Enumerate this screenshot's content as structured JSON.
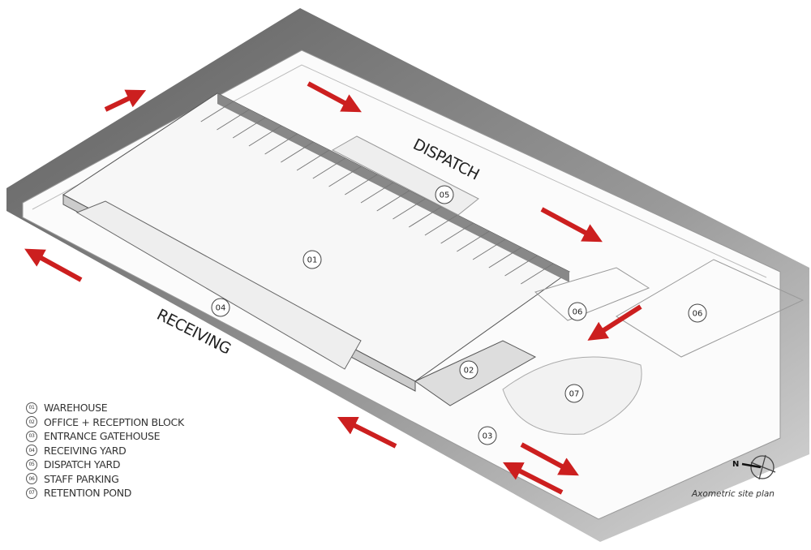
{
  "site_labels": {
    "dispatch": "DISPATCH",
    "receiving": "RECEIVING"
  },
  "markers": [
    "01",
    "02",
    "03",
    "04",
    "05",
    "06",
    "06",
    "07"
  ],
  "legend": [
    {
      "num": "01",
      "label": "WAREHOUSE"
    },
    {
      "num": "02",
      "label": "OFFICE + RECEPTION BLOCK"
    },
    {
      "num": "03",
      "label": "ENTRANCE GATEHOUSE"
    },
    {
      "num": "04",
      "label": "RECEIVING YARD"
    },
    {
      "num": "05",
      "label": "DISPATCH YARD"
    },
    {
      "num": "06",
      "label": "STAFF PARKING"
    },
    {
      "num": "07",
      "label": "RETENTION POND"
    }
  ],
  "north_label": "N",
  "caption": "Axometric site plan",
  "colors": {
    "arrow": "#cc1f1f",
    "slab": "#8a8a8a"
  }
}
